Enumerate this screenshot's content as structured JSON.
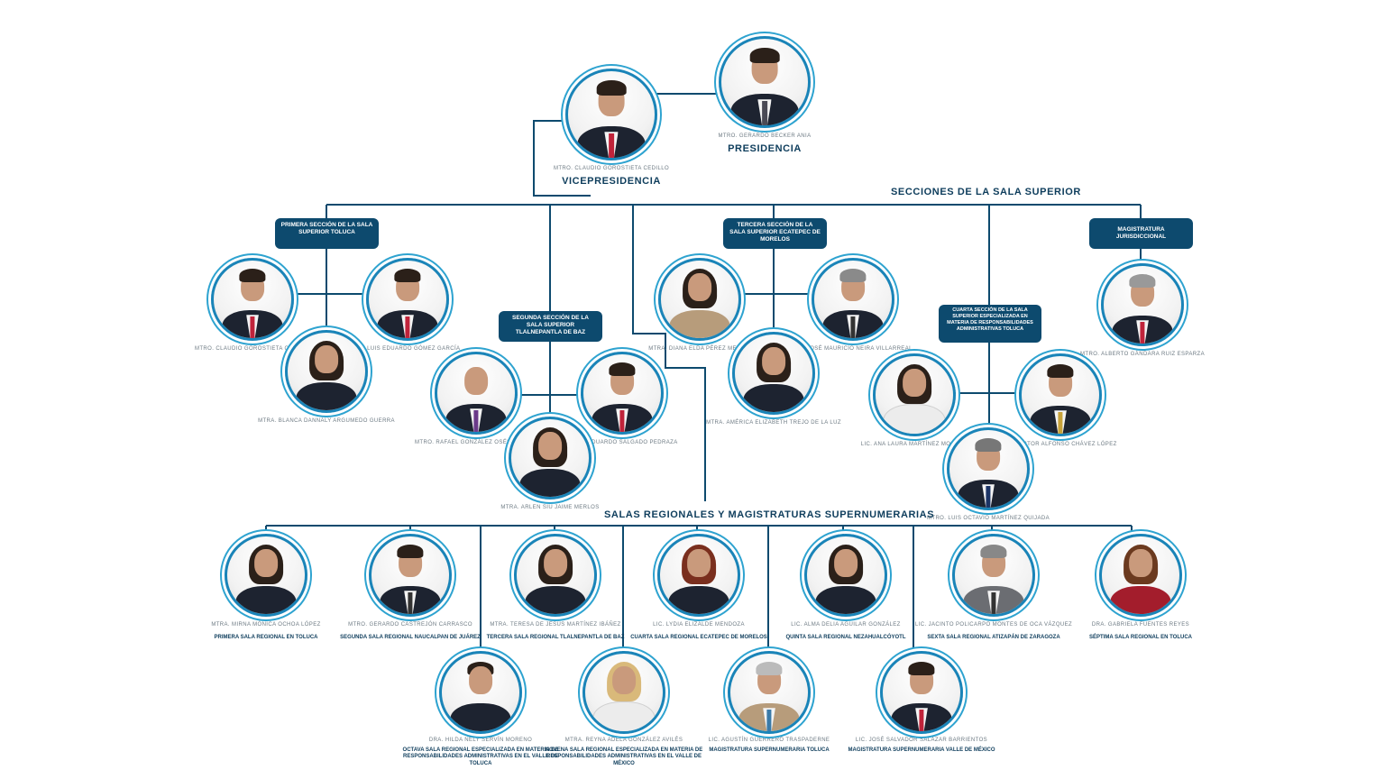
{
  "presidencia": {
    "name": "MTRO. GERARDO BECKER ANIA",
    "role": "PRESIDENCIA"
  },
  "vicepresidencia": {
    "name": "MTRO. CLAUDIO GOROSTIETA CEDILLO",
    "role": "VICEPRESIDENCIA"
  },
  "secciones_heading": "SECCIONES  DE LA SALA SUPERIOR",
  "salas_heading": "SALAS REGIONALES Y MAGISTRATURAS SUPERNUMERARIAS",
  "sections": {
    "primera": "PRIMERA SECCIÓN DE LA SALA SUPERIOR TOLUCA",
    "segunda": "SEGUNDA SECCIÓN DE LA SALA SUPERIOR TLALNEPANTLA DE BAZ",
    "tercera": "TERCERA SECCIÓN DE LA SALA SUPERIOR ECATEPEC DE MORELOS",
    "cuarta": "CUARTA SECCIÓN DE LA SALA SUPERIOR ESPECIALIZADA EN MATERIA DE RESPONSABILIDADES ADMINISTRATIVAS TOLUCA",
    "magistratura": "MAGISTRATURA JURISDICCIONAL"
  },
  "members": {
    "p1": "MTRO. CLAUDIO GOROSTIETA CEDILLO",
    "p2": "DR. LUIS EDUARDO GÓMEZ GARCÍA",
    "p3": "MTRA. BLANCA DANNALY ARGUMEDO GUERRA",
    "s1": "MTRO. RAFAEL GONZÁLEZ OSÉS CEREZO",
    "s2": "MTRO. EDUARDO SALGADO PEDRAZA",
    "s3": "MTRA. ARLEN SIU JAIME MERLOS",
    "t1": "MTRA. DIANA ELDA PÉREZ MEDINA",
    "t2": "LIC. JOSÉ MAURICIO NEIRA VILLARREAL",
    "t3": "MTRA. AMÉRICA ELIZABETH TREJO DE LA LUZ",
    "c1": "LIC. ANA LAURA MARTÍNEZ MORENO",
    "c2": "LIC. VÍCTOR ALFONSO CHÁVEZ LÓPEZ",
    "c3": "MTRO. LUIS OCTAVIO MARTÍNEZ QUIJADA",
    "m1": "MTRO. ALBERTO GÁNDARA RUIZ ESPARZA"
  },
  "salas": [
    {
      "name": "MTRA. MIRNA MÓNICA OCHOA LÓPEZ",
      "sala": "PRIMERA SALA REGIONAL EN TOLUCA"
    },
    {
      "name": "MTRO. GERARDO CASTREJÓN CARRASCO",
      "sala": "SEGUNDA SALA REGIONAL NAUCALPAN DE JUÁREZ"
    },
    {
      "name": "MTRA. TERESA DE JESÚS MARTÍNEZ IBÁÑEZ",
      "sala": "TERCERA SALA REGIONAL TLALNEPANTLA DE BAZ"
    },
    {
      "name": "LIC. LYDIA ELIZALDE MENDOZA",
      "sala": "CUARTA SALA REGIONAL ECATEPEC DE MORELOS"
    },
    {
      "name": "LIC. ALMA DELIA AGUILAR GONZÁLEZ",
      "sala": "QUINTA SALA REGIONAL NEZAHUALCÓYOTL"
    },
    {
      "name": "LIC. JACINTO POLICARPO MONTES DE OCA VÁZQUEZ",
      "sala": "SEXTA SALA REGIONAL ATIZAPÁN DE ZARAGOZA"
    },
    {
      "name": "DRA. GABRIELA FUENTES REYES",
      "sala": "SÉPTIMA SALA REGIONAL EN TOLUCA"
    },
    {
      "name": "DRA. HILDA NELY SERVÍN MORENO",
      "sala": "OCTAVA SALA REGIONAL ESPECIALIZADA EN MATERIA DE RESPONSABILIDADES ADMINISTRATIVAS EN EL VALLE DE TOLUCA"
    },
    {
      "name": "MTRA. REYNA ADELA GONZÁLEZ AVILÉS",
      "sala": "NOVENA SALA REGIONAL ESPECIALIZADA EN MATERIA DE RESPONSABILIDADES ADMINISTRATIVAS EN EL VALLE DE MÉXICO"
    },
    {
      "name": "LIC. AGUSTÍN GUERRERO TRASPADERNE",
      "sala": "MAGISTRATURA SUPERNUMERARIA TOLUCA"
    },
    {
      "name": "LIC. JOSÉ SALVADOR SALAZAR BARRIENTOS",
      "sala": "MAGISTRATURA SUPERNUMERARIA VALLE DE MÉXICO"
    }
  ],
  "colors": {
    "navy": "#0d4a6e",
    "accent": "#1a84b8",
    "text": "#0e3d5c"
  }
}
